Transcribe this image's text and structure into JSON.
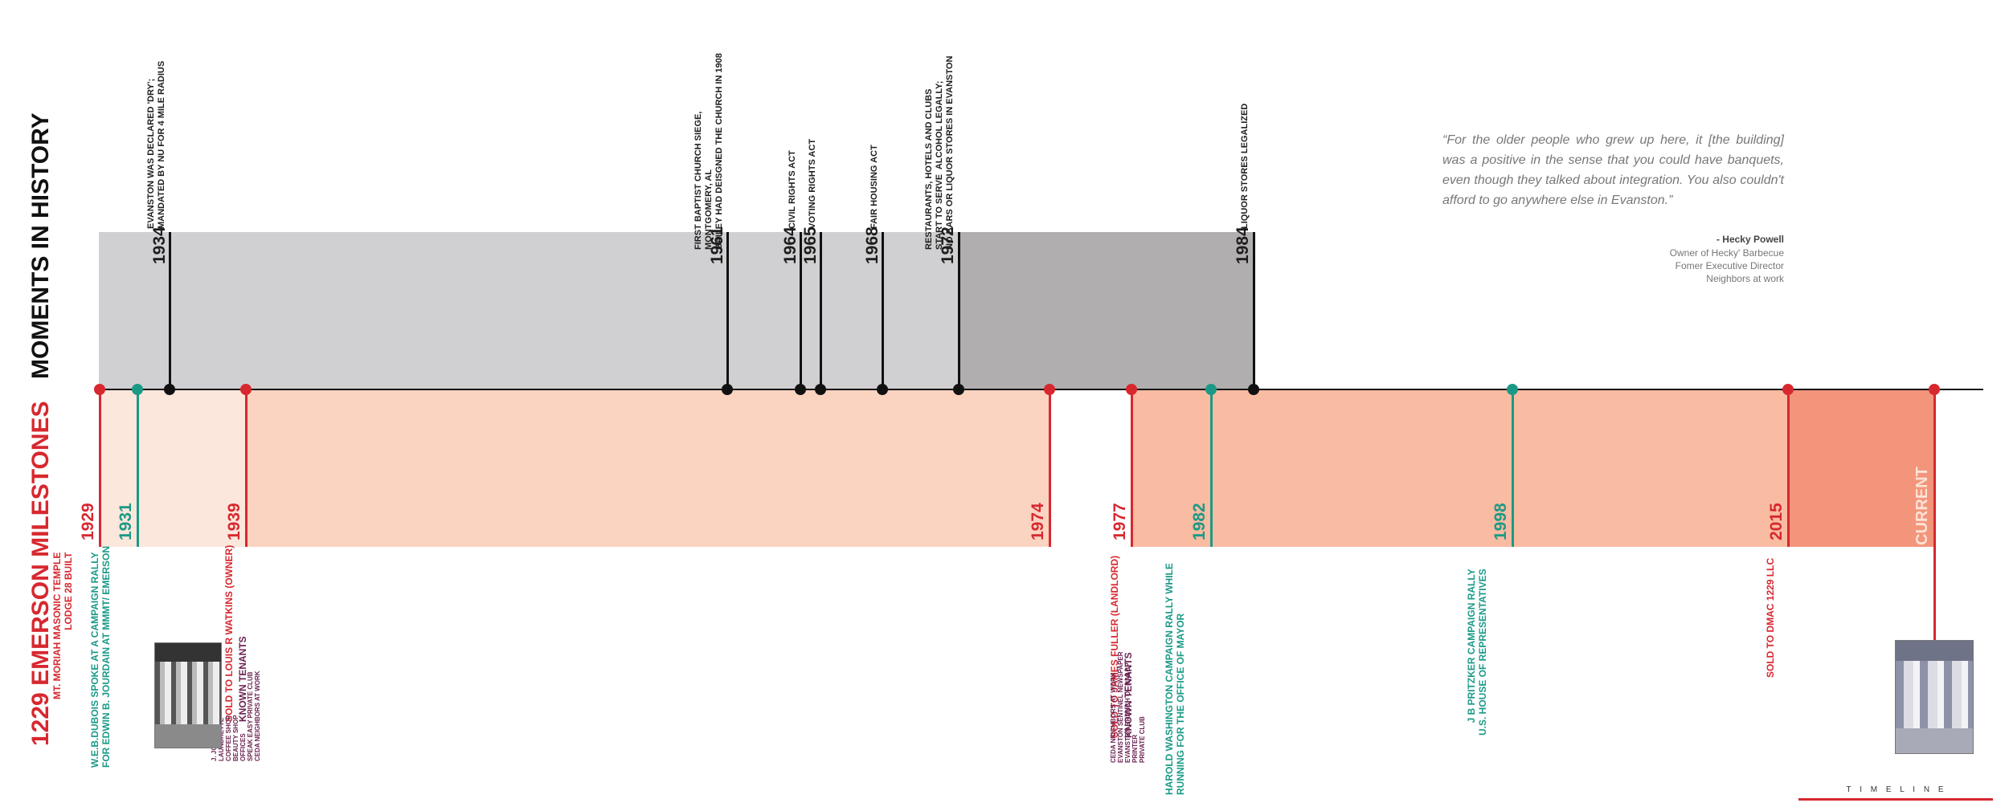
{
  "headings": {
    "history": "MOMENTS IN HISTORY",
    "milestones": "1229 EMERSON MILESTONES",
    "timeline": "T I M E L I N E"
  },
  "colors": {
    "red": "#d7282f",
    "teal": "#1a9a86",
    "black": "#111111",
    "band_gray": "#d0cfd1",
    "band_gray_dark": "#b1aeaf"
  },
  "history": [
    {
      "year": "1934",
      "text": "EVANSTON WAS DECLARED 'DRY';\nMANDATED BY NU FOR 4 MILE RADIUS"
    },
    {
      "year": "1961",
      "text": "FIRST BAPTIST CHURCH SIEGE,\nMONTGOMERY, AL\nBAILEY HAD DEISGNED THE CHURCH IN 1908"
    },
    {
      "year": "1964",
      "text": "CIVIL RIGHTS ACT"
    },
    {
      "year": "1965",
      "text": "VOTING RIGHTS ACT"
    },
    {
      "year": "1968",
      "text": "FAIR HOUSING ACT"
    },
    {
      "year": "1972",
      "text": "RESTAURANTS, HOTELS AND CLUBS\nSTART TO SERVE  ALCOHOL LEGALLY;\nNO BARS OR LIQUOR STORES IN EVANSTON"
    },
    {
      "year": "1984",
      "text": "LIQUOR STORES LEGALIZED"
    }
  ],
  "milestones": [
    {
      "year": "1929",
      "text": "MT. MORIAH MASONIC TEMPLE\nLODGE 28 BUILT",
      "color": "red"
    },
    {
      "year": "1931",
      "text": "W.E.B.DUBOIS SPOKE AT A CAMPAIGN RALLY\nFOR EDWIN B. JOURDAIN AT MMMT/ EMERSON",
      "color": "teal"
    },
    {
      "year": "1939",
      "text": "SOLD TO LOUIS R WATKINS (OWNER)",
      "color": "red",
      "tenants_label": "KNOWN TENANTS",
      "tenants": [
        "J. JOEY'S SHOE REPAIR SHOP",
        "LAUNDRETTE",
        "COFFEE SHOP",
        "BEAUTY SHOP",
        "OFFICES",
        "SPEAK EASY PRIVATE CLUB",
        "CEDA NEIGHBORS AT WORK"
      ]
    },
    {
      "year": "1974",
      "text": "",
      "color": "red"
    },
    {
      "year": "1977",
      "text": "SOLD TO JAMES FULLER (LANDLORD)",
      "color": "red",
      "tenants_label": "KNOWN TENANTS",
      "tenants": [
        "CEDA NEIGHBORS AT WORK",
        "EVANSTON SENTINEL NEWSPAPER",
        "EVANSTON BRANCH OF NAACP",
        "PRINTER",
        "PRIVATE CLUB"
      ]
    },
    {
      "year": "1982",
      "text": "HAROLD WASHINGTON CAMPAIGN RALLY WHILE\nRUNNING FOR THE OFFICE OF MAYOR",
      "color": "teal"
    },
    {
      "year": "1998",
      "text": "J B PRITZKER CAMPAIGN RALLY\nU.S. HOUSE OF REPRESENTATIVES",
      "color": "teal"
    },
    {
      "year": "2015",
      "text": "SOLD TO DMAC 1229 LLC",
      "color": "red"
    },
    {
      "year": "CURRENT",
      "text": "",
      "color": "red"
    }
  ],
  "quote": {
    "text": "“For the older people who grew up here, it [the building] was a positive in the sense that you could have banquets, even though they talked about integration. You also couldn't afford to go anywhere else in Evanston.”",
    "author": "- Hecky Powell",
    "role_1": "Owner of Hecky' Barbecue",
    "role_2": "Fomer Executive Director",
    "role_3": "Neighbors at work"
  }
}
